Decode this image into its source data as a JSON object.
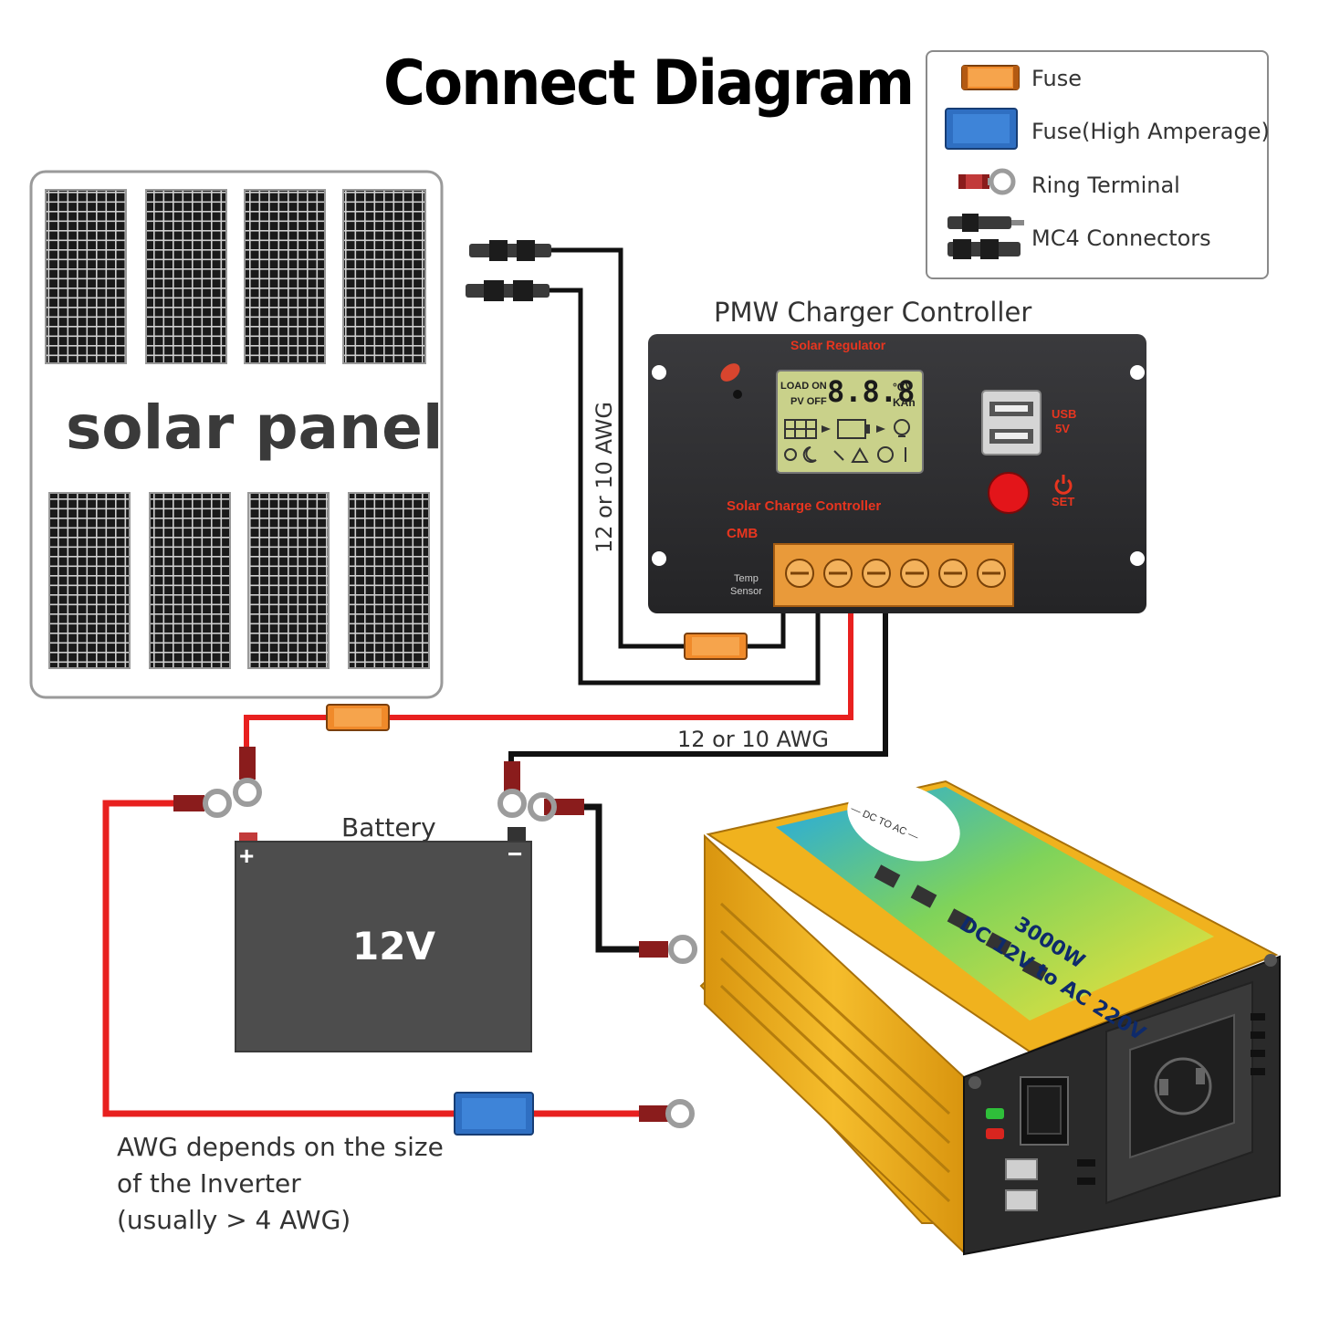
{
  "title": "Connect Diagram",
  "legend": {
    "items": [
      {
        "label": "Fuse",
        "icon": "fuse-icon"
      },
      {
        "label": "Fuse(High Amperage)",
        "icon": "high-amperage-fuse-icon"
      },
      {
        "label": "Ring Terminal",
        "icon": "ring-terminal-icon"
      },
      {
        "label": "MC4 Connectors",
        "icon": "mc4-connector-icon"
      }
    ]
  },
  "solar_panel": {
    "label": "solar panel"
  },
  "controller": {
    "caption": "PMW Charger Controller",
    "brand_top": "Solar Regulator",
    "brand_bottom": "Solar Charge Controller",
    "model": "CMB",
    "lcd_left_top": "LOAD ON",
    "lcd_left_bottom": "PV OFF",
    "lcd_digits": "8.8.8",
    "lcd_unit_top": "°CV",
    "lcd_unit_bottom": "KAh",
    "usb_label_1": "USB",
    "usb_label_2": "5V",
    "set_label": "SET",
    "temp_label_1": "Temp",
    "temp_label_2": "Sensor"
  },
  "wire_labels": {
    "pv_gauge": "12 or 10 AWG",
    "battery_gauge": "12 or 10 AWG"
  },
  "battery": {
    "caption": "Battery",
    "voltage": "12V",
    "plus": "+",
    "minus": "−"
  },
  "inverter": {
    "line1": "DC 12V to AC 220V",
    "line2": "3000W",
    "sticker": "— DC TO AC —"
  },
  "note": {
    "lines": [
      "AWG depends on the size",
      "of the Inverter",
      "(usually  > 4 AWG)"
    ]
  },
  "colors": {
    "positive_wire": "#e8201f",
    "negative_wire": "#111111",
    "fuse": "#f08a2a",
    "high_amp_fuse": "#2f6fc2",
    "controller_body": "#2e2e30",
    "terminal_block": "#e99a3a",
    "battery_body": "#4d4d4d",
    "inverter_body": "#f0b21e"
  }
}
